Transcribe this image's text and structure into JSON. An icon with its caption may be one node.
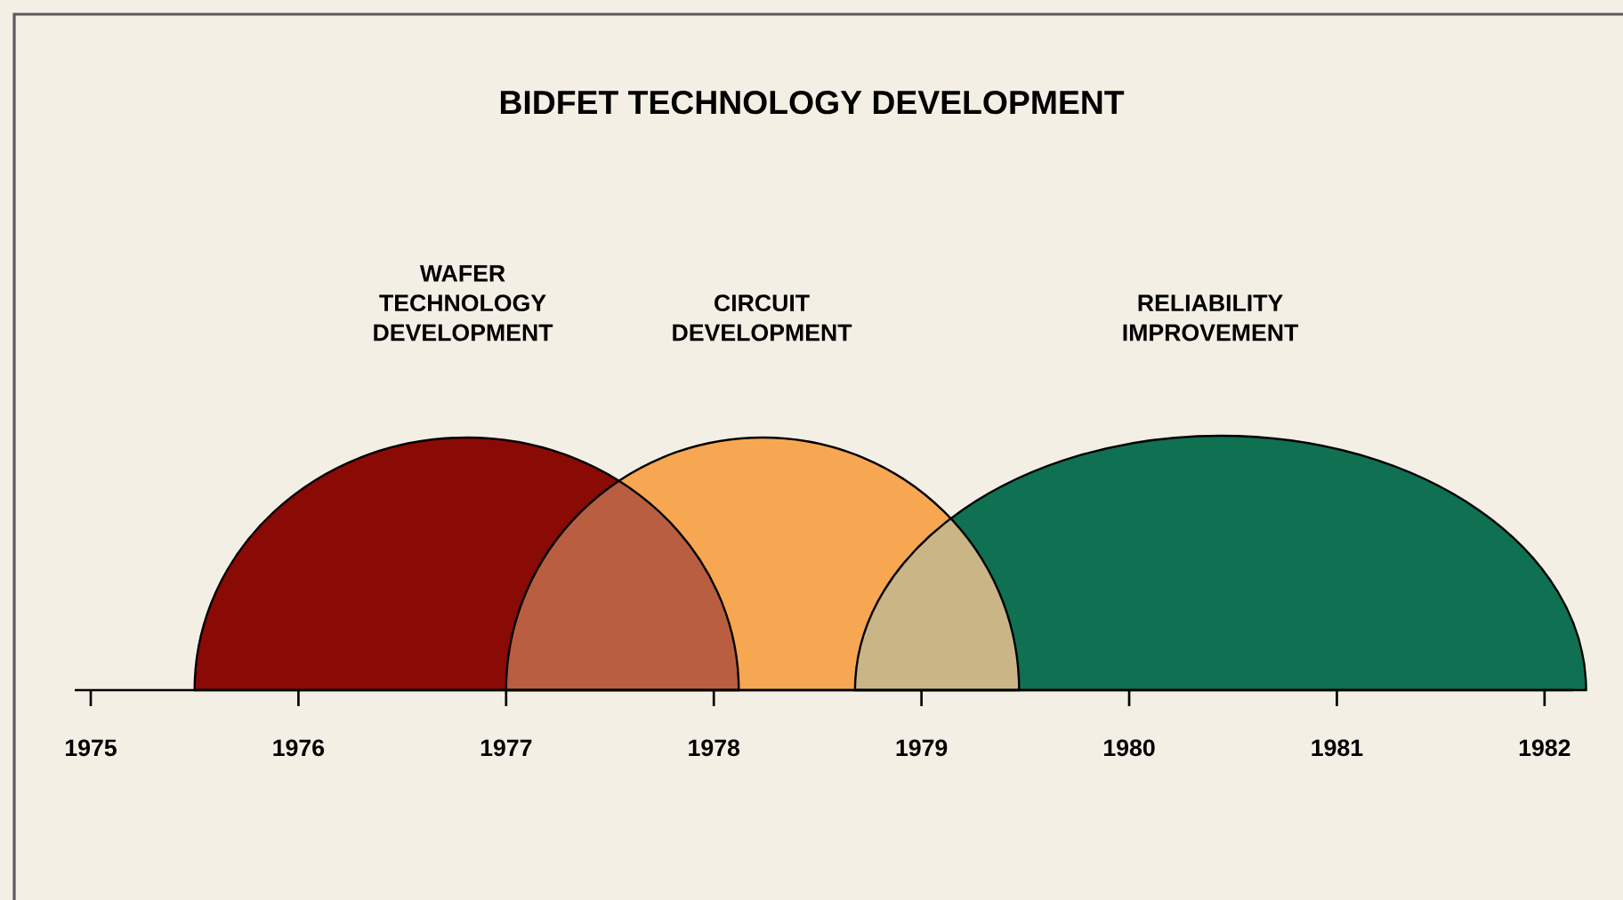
{
  "diagram": {
    "title": "BIDFET TECHNOLOGY DEVELOPMENT",
    "nodes": [
      {
        "text": [
          "WAFER TECHNOLOGY DEVELOPMENT"
        ]
      },
      {
        "text": [
          "CIRCUIT DEVELOPMENT"
        ]
      },
      {
        "text": [
          "RELIABILITY IMPROVEMENT"
        ]
      }
    ],
    "labels": [
      "1975",
      "1976",
      "1977",
      "1978",
      "1979",
      "1980",
      "1981",
      "1982"
    ]
  }
}
